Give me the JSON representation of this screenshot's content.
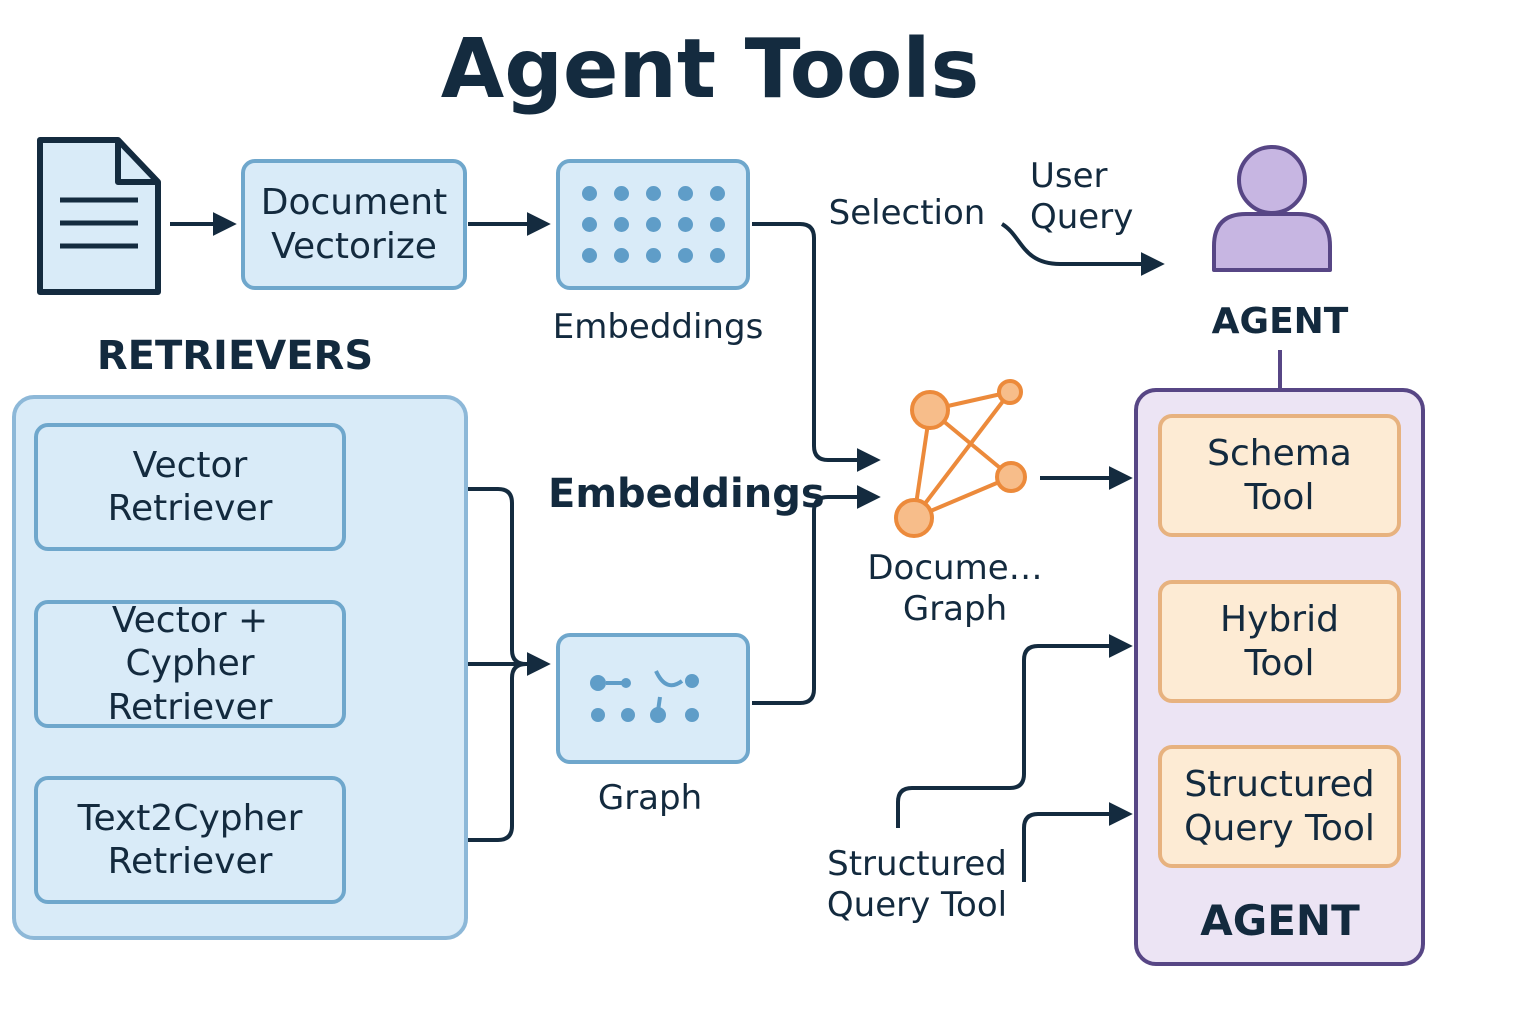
{
  "title": "Agent Tools",
  "pipeline": {
    "document_vectorize": "Document\nVectorize",
    "embeddings_top_label": "Embeddings",
    "selection_label": "Selection",
    "user_query_label": "User\nQuery",
    "agent_top_label": "AGENT",
    "embeddings_mid_label": "Embeddings",
    "document_graph_label": "Docume…\nGraph",
    "graph_label": "Graph",
    "structured_query_tool_label": "Structured\nQuery Tool"
  },
  "retrievers": {
    "heading": "RETRIEVERS",
    "items": [
      {
        "label": "Vector\nRetriever"
      },
      {
        "label": "Vector +\nCypher Retriever"
      },
      {
        "label": "Text2Cypher\nRetriever"
      }
    ]
  },
  "agent_panel": {
    "tools": [
      {
        "label": "Schema\nTool"
      },
      {
        "label": "Hybrid\nTool"
      },
      {
        "label": "Structured\nQuery Tool"
      }
    ],
    "footer": "AGENT"
  },
  "colors": {
    "ink": "#142b3f",
    "blue_fill": "#d9ebf8",
    "blue_border": "#6fa7cc",
    "orange_fill": "#fdebd4",
    "orange_border": "#e7b27f",
    "graph_orange": "#ec8a3b",
    "purple_fill": "#ece4f4",
    "purple_border": "#574685",
    "person_fill": "#c7b6e2"
  },
  "icons": {
    "document": "document-icon",
    "embeddings": "embeddings-grid-icon",
    "graph": "graph-nodes-icon",
    "document_graph": "network-graph-icon",
    "agent": "person-icon"
  }
}
